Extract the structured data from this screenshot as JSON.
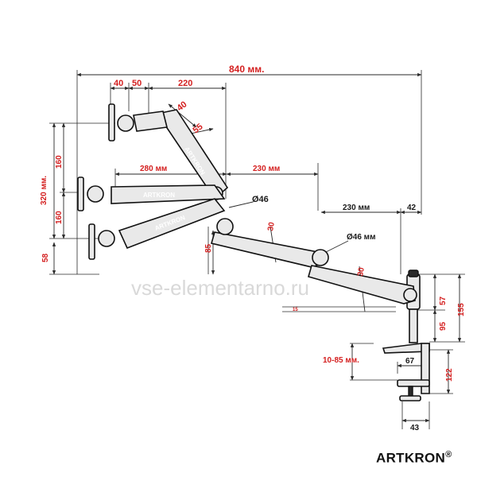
{
  "brand": {
    "name": "ARTKRON",
    "registered": "®"
  },
  "watermark": "vse-elementarno.ru",
  "arm_labels": [
    "ARTKRON",
    "ARTKRON",
    "ARTKRON"
  ],
  "dimensions": {
    "overall_width": "840 мм.",
    "d40_top": "40",
    "d50_top": "50",
    "d220": "220",
    "d40_diag": "40",
    "d55": "55",
    "d280": "280 мм",
    "d230_mid": "230 мм",
    "phi46_a": "Ø46",
    "phi46_b": "Ø46 мм",
    "d230_right": "230 мм",
    "d42": "42",
    "d320": "320 мм.",
    "d160_up": "160",
    "d160_down": "160",
    "d58": "58",
    "d85": "85",
    "d30_a": "30",
    "d30_b": "30",
    "d15": "15",
    "d57": "57",
    "d95": "95",
    "d155": "155",
    "d10_85": "10-85 мм.",
    "d67": "67",
    "d122": "122",
    "d43": "43"
  }
}
